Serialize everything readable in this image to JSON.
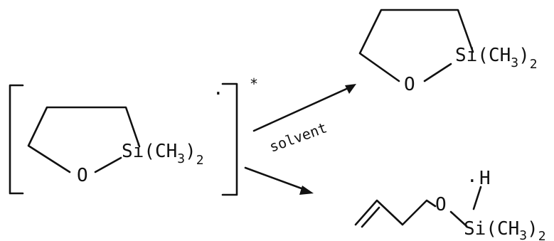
{
  "scheme": {
    "radical_complex": {
      "ring_atom_o": "O",
      "silicon_group": "Si(CH",
      "subscript_3": "3",
      "close_paren": ")",
      "subscript_2": "2",
      "radical_dot": "·",
      "excited_mark": "*"
    },
    "upper_path": {
      "condition_label": "solvent",
      "product": {
        "ring_atom_o": "O",
        "silicon_group": "Si(CH",
        "subscript_3": "3",
        "close_paren": ")",
        "subscript_2": "2"
      }
    },
    "lower_path": {
      "product": {
        "oxygen": "O",
        "hydrogen": "H",
        "radical_dot": "·",
        "silicon_group": "Si(CH",
        "subscript_3": "3",
        "close_paren": ")",
        "subscript_2": "2"
      }
    },
    "colors": {
      "ink": "#111111",
      "background": "#ffffff"
    }
  }
}
